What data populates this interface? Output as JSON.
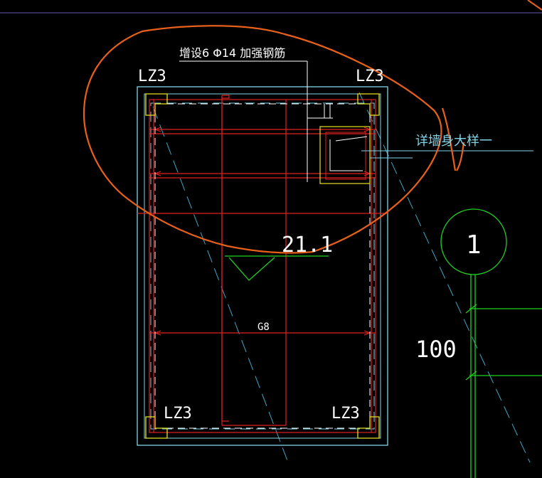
{
  "drawing": {
    "annotation_top": "增设6 Φ14 加强钢筋",
    "column_labels": [
      "LZ3",
      "LZ3",
      "LZ3",
      "LZ3"
    ],
    "detail_callout": "详墙身大样一",
    "elevation_value": "21.1",
    "section_label": "G8",
    "grid_bubble_label": "1",
    "dimension_value": "100"
  },
  "colors": {
    "background": "#000000",
    "outline_cyan": "#7fd4e8",
    "rebar_red": "#e02020",
    "stirrup_white": "#ffffff",
    "corner_yellow": "#e8e020",
    "markup_orange": "#e8601a",
    "grid_green": "#20d020",
    "hatch_cyan": "#3fa6c8"
  }
}
